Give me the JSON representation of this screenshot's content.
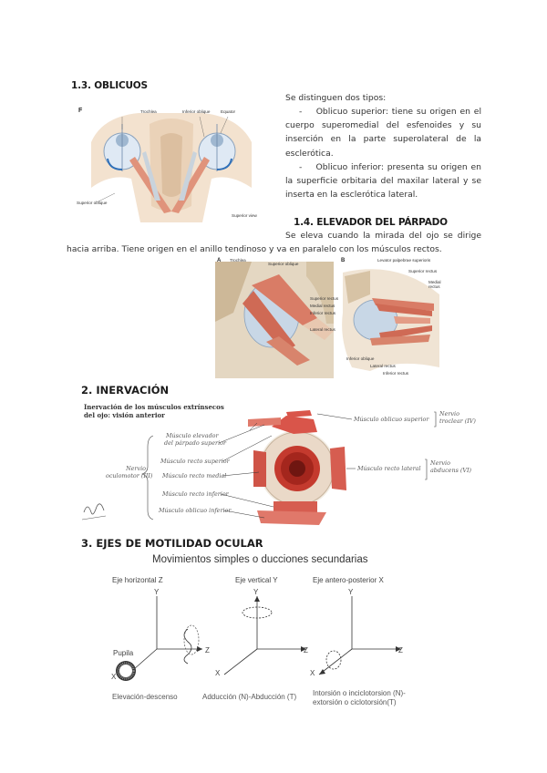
{
  "s13": {
    "heading": "1.3. OBLICUOS",
    "intro": "Se distinguen dos tipos:",
    "item1": "Oblicuo superior: tiene su origen en el cuerpo superomedial del esfenoides y su inserción en la parte superolateral de la esclerótica.",
    "item2": "Oblicuo inferior: presenta su origen en la superficie orbitaria del maxilar lateral y se inserta en la esclerótica lateral.",
    "dash": "-"
  },
  "fig1": {
    "letter": "F",
    "trochlea": "Trochlea",
    "inferior_oblique": "Inferior oblique",
    "equator": "Equator",
    "superior_oblique": "Superior oblique",
    "superior_view": "Superior view"
  },
  "s14": {
    "heading": "1.4. ELEVADOR DEL PÁRPADO",
    "text": "Se eleva cuando la mirada del ojo se dirige hacia arriba. Tiene origen en el anillo tendinoso y va en paralelo con los músculos rectos."
  },
  "fig2": {
    "label_a": "A",
    "label_b": "B",
    "a_trochlea": "Trochlea",
    "a_superior_oblique": "Superior oblique",
    "a_superior_rectus": "Superior rectus",
    "a_medial_rectus": "Medial rectus",
    "a_inferior_rectus": "Inferior rectus",
    "a_lateral_rectus": "Lateral rectus",
    "b_levator": "Levator palpebrae superioris",
    "b_superior_rectus": "Superior rectus",
    "b_medial_rectus": "Medial rectus",
    "b_lateral_rectus": "Lateral rectus",
    "b_inferior_oblique": "Inferior oblique",
    "b_inferior_rectus": "Inferior rectus"
  },
  "s2": {
    "heading": "2.  INERVACIÓN",
    "fig_title_1": "Inervación de los músculos extrínsecos",
    "fig_title_2": "del ojo: visión anterior",
    "left_1": "Músculo elevador",
    "left_1b": "del párpado superior",
    "left_2": "Músculo recto superior",
    "left_3": "Músculo recto medial",
    "left_4": "Músculo recto inferior",
    "left_5": "Músculo oblicuo inferior",
    "nerve_left_1": "Nervio",
    "nerve_left_2": "oculomotor (III)",
    "right_1": "Músculo oblicuo superior",
    "right_2": "Músculo recto lateral",
    "nerve_r1_1": "Nervio",
    "nerve_r1_2": "troclear (IV)",
    "nerve_r2_1": "Nervio",
    "nerve_r2_2": "abducens (VI)"
  },
  "s3": {
    "heading": "3.  EJES DE MOTILIDAD OCULAR",
    "fig_title": "Movimientos simples o ducciones secundarias",
    "axis1_title": "Eje horizontal Z",
    "axis2_title": "Eje vertical Y",
    "axis3_title": "Eje antero-posterior X",
    "y": "Y",
    "z": "Z",
    "x": "X",
    "pupila": "Pupila",
    "cap1": "Elevación-descenso",
    "cap2": "Adducción (N)-Abducción (T)",
    "cap3_1": "Intorsión o inciclotorsion (N)-",
    "cap3_2": "extorsión o ciclotorsión(T)"
  }
}
